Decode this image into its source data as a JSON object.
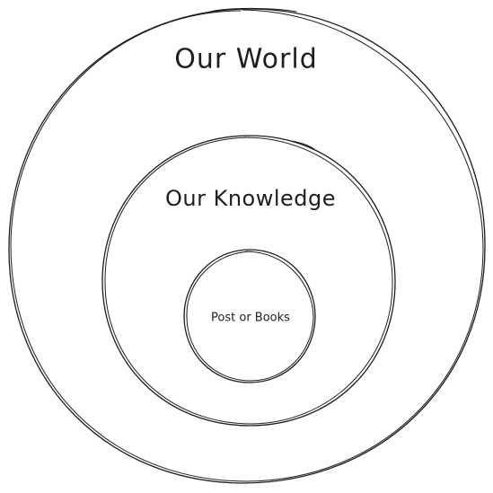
{
  "diagram": {
    "stroke_color": "#1e1e1e",
    "text_color": "#1e1e1e",
    "background": "#ffffff",
    "circles": [
      {
        "id": "outer",
        "label": "Our World"
      },
      {
        "id": "middle",
        "label": "Our Knowledge"
      },
      {
        "id": "inner",
        "label": "Post or Books"
      }
    ]
  }
}
